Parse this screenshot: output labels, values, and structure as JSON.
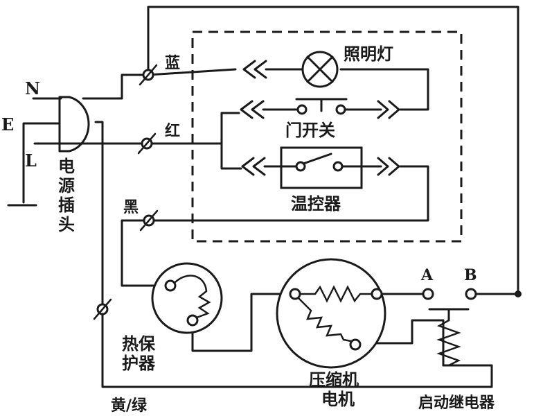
{
  "terminals": {
    "n": "N",
    "e": "E",
    "l": "L",
    "a": "A",
    "b": "B"
  },
  "wire_colors": {
    "blue": "蓝",
    "red": "红",
    "black": "黑",
    "yellow_green": "黄/绿"
  },
  "components": {
    "plug": [
      "电",
      "源",
      "插",
      "头"
    ],
    "lamp": "照明灯",
    "door_switch": "门开关",
    "thermostat": "温控器",
    "thermal_protector": [
      "热保",
      "护器"
    ],
    "compressor_motor": [
      "压缩机",
      "电机"
    ],
    "start_relay": "启动继电器"
  },
  "colors": {
    "ink": "#1a1a1a",
    "paper": "#ffffff"
  }
}
